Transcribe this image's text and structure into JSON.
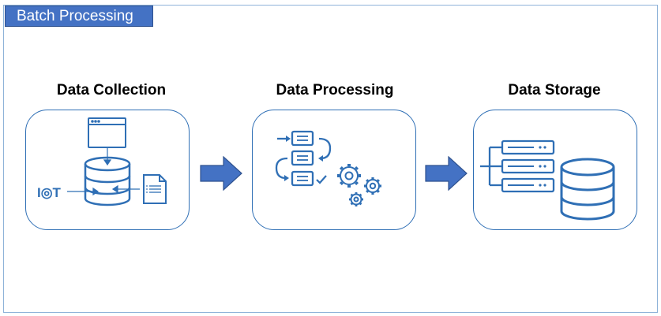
{
  "title": "Batch Processing",
  "stages": [
    {
      "title": "Data Collection",
      "icons": [
        "database-icon",
        "browser-window-icon",
        "document-icon",
        "iot-icon"
      ]
    },
    {
      "title": "Data Processing",
      "icons": [
        "task-list-icon",
        "gears-icon"
      ]
    },
    {
      "title": "Data Storage",
      "icons": [
        "server-rack-icon",
        "database-icon"
      ]
    }
  ],
  "iot_label": "I◎T",
  "colors": {
    "accent": "#4472c4",
    "icon": "#2f6fb5",
    "border": "#2f6fb5"
  }
}
